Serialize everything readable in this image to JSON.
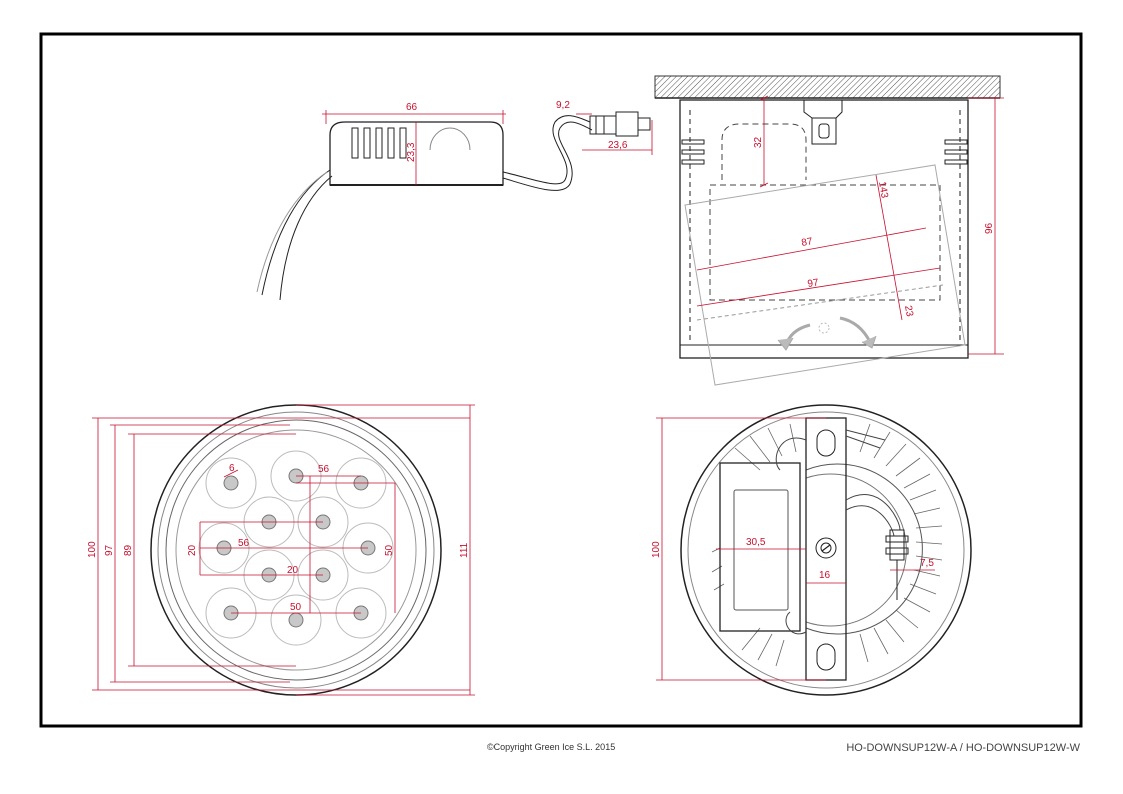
{
  "dimensions": {
    "driver": {
      "length": "66",
      "height": "23,3",
      "connector_width": "9,2",
      "connector_length": "23,6"
    },
    "side_view": {
      "top_gap": "32",
      "diagonal": "143",
      "inner_width": "87",
      "outer_width": "97",
      "offset": "23",
      "height": "96"
    },
    "front_view": {
      "led_diameter": "6",
      "pitch_top": "56",
      "pitch_mid": "56",
      "spacing_left": "20",
      "spacing_center": "20",
      "spacing_right": "50",
      "spacing_bottom": "50",
      "diameter_100": "100",
      "diameter_97": "97",
      "diameter_89": "89",
      "outer_diameter": "111"
    },
    "back_view": {
      "diameter": "100",
      "driver_width": "30,5",
      "bracket_width": "16",
      "clip_width": "7,5"
    }
  },
  "footer": {
    "copyright": "©Copyright Green Ice S.L. 2015",
    "model": "HO-DOWNSUP12W-A / HO-DOWNSUP12W-W"
  },
  "colors": {
    "dimension_lines": "#c8102e",
    "drawing_lines": "#222222",
    "frame": "#000000"
  }
}
